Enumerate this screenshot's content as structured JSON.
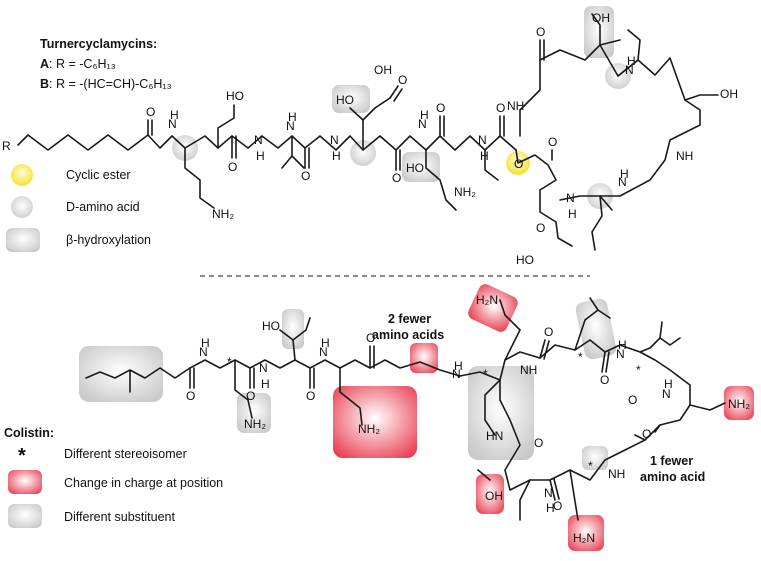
{
  "turnercyclamycins": {
    "title": "Turnercyclamycins:",
    "variant_a_letter": "A",
    "variant_a_formula": ": R = -C₆H₁₃",
    "variant_b_letter": "B",
    "variant_b_formula": ": R = -(HC=CH)-C₆H₁₃",
    "legend": {
      "cyclic_ester": "Cyclic ester",
      "d_amino_acid": "D-amino acid",
      "beta_hydroxylation": "β-hydroxylation"
    }
  },
  "colistin": {
    "title": "Colistin:",
    "legend": {
      "stereo_symbol": "*",
      "different_stereoisomer": "Different stereoisomer",
      "change_in_charge": "Change in charge at position",
      "different_substituent": "Different substituent"
    },
    "callout_two_line1": "2 fewer",
    "callout_two_line2": "amino acids",
    "callout_one_line1": "1 fewer",
    "callout_one_line2": "amino acid"
  },
  "atoms": {
    "r": "R",
    "o": "O",
    "n": "N",
    "h": "H",
    "oh": "OH",
    "ho": "HO",
    "hn": "HN",
    "nh": "NH",
    "nh2": "NH₂",
    "h2n": "H₂N",
    "star": "*"
  },
  "colors": {
    "highlight_gray": "#d9d9d9",
    "highlight_red": "#e8364a",
    "highlight_yellow": "#f5e62a",
    "bond": "#1a1a1a"
  }
}
